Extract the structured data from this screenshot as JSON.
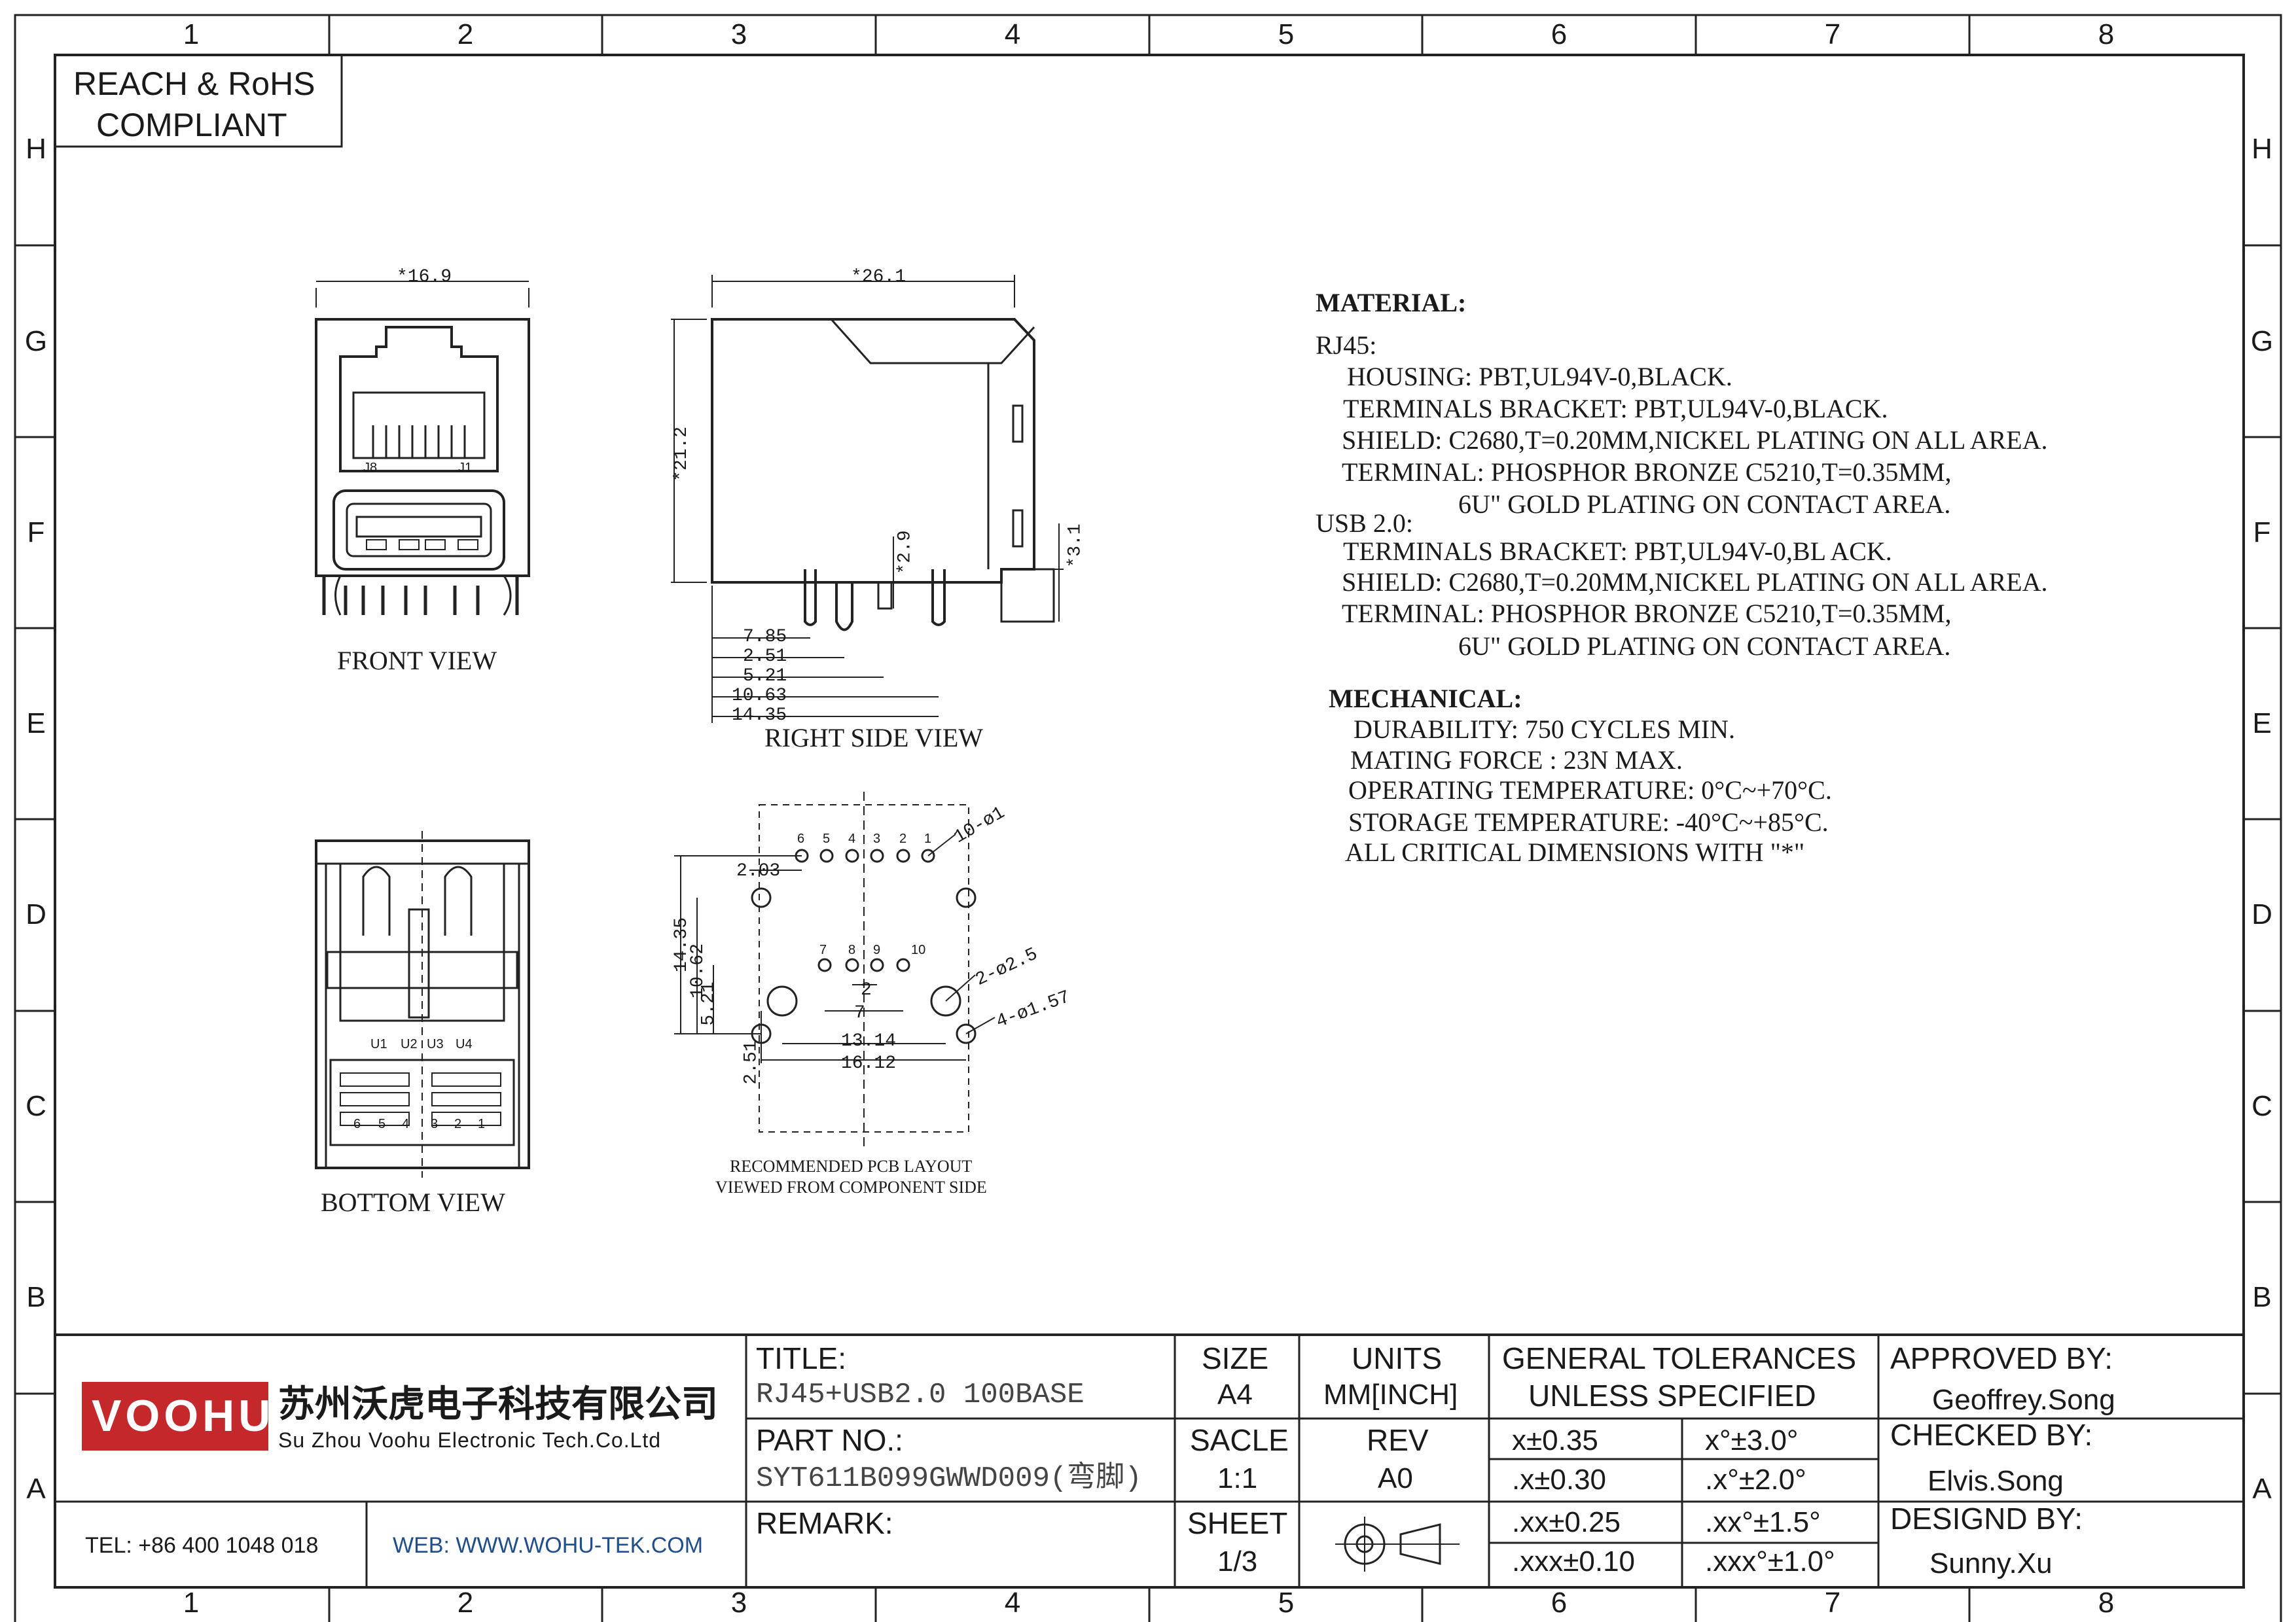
{
  "zones": {
    "columns": [
      "1",
      "2",
      "3",
      "4",
      "5",
      "6",
      "7",
      "8"
    ],
    "rows": [
      "H",
      "G",
      "F",
      "E",
      "D",
      "C",
      "B",
      "A"
    ]
  },
  "compliance": [
    "REACH & RoHS",
    "COMPLIANT"
  ],
  "views": {
    "front": {
      "label": "FRONT VIEW",
      "width_dim": "*16.9",
      "pin_labels": [
        "J8",
        "J1"
      ]
    },
    "right_side": {
      "label": "RIGHT SIDE VIEW",
      "length_dim": "*26.1",
      "height_dim": "*21.2",
      "pin_len_dim": "*2.9",
      "offset_dim": "*3.1",
      "pitch_dims": [
        "7.85",
        "2.51",
        "5.21",
        "10.63",
        "14.35"
      ]
    },
    "bottom": {
      "label": "BOTTOM VIEW",
      "usb_pins": [
        "U1",
        "U2",
        "U3",
        "U4"
      ],
      "rj_pins": [
        "6",
        "5",
        "4",
        "3",
        "2",
        "1"
      ]
    },
    "pcb": {
      "caption_line1": "RECOMMENDED PCB LAYOUT",
      "caption_line2": "VIEWED FROM COMPONENT SIDE",
      "top_pins": [
        "6",
        "5",
        "4",
        "3",
        "2",
        "1"
      ],
      "bottom_pins": [
        "7",
        "8",
        "9",
        "10"
      ],
      "callouts": [
        "10-ø1",
        "2-ø2.5",
        "4-ø1.57"
      ],
      "dims": [
        "2.03",
        "14.35",
        "10.62",
        "5.21",
        "2.51",
        "2",
        "7",
        "13.14",
        "16.12"
      ]
    }
  },
  "material": {
    "heading": "MATERIAL:",
    "rj45_heading": "RJ45:",
    "rj45_lines": [
      "HOUSING: PBT,UL94V-0,BLACK.",
      "TERMINALS BRACKET:  PBT,UL94V-0,BLACK.",
      "SHIELD: C2680,T=0.20MM,NICKEL  PLATING ON ALL AREA.",
      "TERMINAL: PHOSPHOR BRONZE  C5210,T=0.35MM,",
      "6U\" GOLD PLATING ON CONTACT AREA."
    ],
    "usb_heading": "USB 2.0:",
    "usb_lines": [
      "TERMINALS BRACKET:  PBT,UL94V-0,BL ACK.",
      "SHIELD: C2680,T=0.20MM,NICKEL  PLATING ON ALL AREA.",
      "TERMINAL: PHOSPHOR BRONZE  C5210,T=0.35MM,",
      "6U\" GOLD PLATING ON CONTACT AREA."
    ]
  },
  "mechanical": {
    "heading": "MECHANICAL:",
    "lines": [
      "DURABILITY:  750 CYCLES MIN.",
      "MATING FORCE : 23N MAX.",
      "OPERATING TEMPERATURE:  0°C~+70°C.",
      "STORAGE TEMPERATURE:  -40°C~+85°C.",
      "ALL CRITICAL DIMENSIONS WITH \"*\""
    ]
  },
  "title_block": {
    "logo_text": "VOOHU",
    "company_cn": "苏州沃虎电子科技有限公司",
    "company_en": "Su Zhou Voohu Electronic Tech.Co.Ltd",
    "tel": "TEL: +86 400 1048 018",
    "web": "WEB: WWW.WOHU-TEK.COM",
    "title_label": "TITLE:",
    "title_value": "RJ45+USB2.0 100BASE",
    "part_label": "PART NO.:",
    "part_value": "SYT611B099GWWD009(弯脚)",
    "remark_label": "REMARK:",
    "size_label": "SIZE",
    "size_value": "A4",
    "units_label": "UNITS",
    "units_value": "MM[INCH]",
    "scale_label": "SACLE",
    "scale_value": "1:1",
    "rev_label": "REV",
    "rev_value": "A0",
    "sheet_label": "SHEET",
    "sheet_value": "1/3",
    "tol_heading_1": "GENERAL TOLERANCES",
    "tol_heading_2": "UNLESS SPECIFIED",
    "tol_linear": [
      "x±0.35",
      ".x±0.30",
      ".xx±0.25",
      ".xxx±0.10"
    ],
    "tol_angular": [
      "x°±3.0°",
      ".x°±2.0°",
      ".xx°±1.5°",
      ".xxx°±1.0°"
    ],
    "approved_label": "APPROVED BY:",
    "approved_name": "Geoffrey.Song",
    "checked_label": "CHECKED BY:",
    "checked_name": "Elvis.Song",
    "designed_label": "DESIGND BY:",
    "designed_name": "Sunny.Xu"
  }
}
